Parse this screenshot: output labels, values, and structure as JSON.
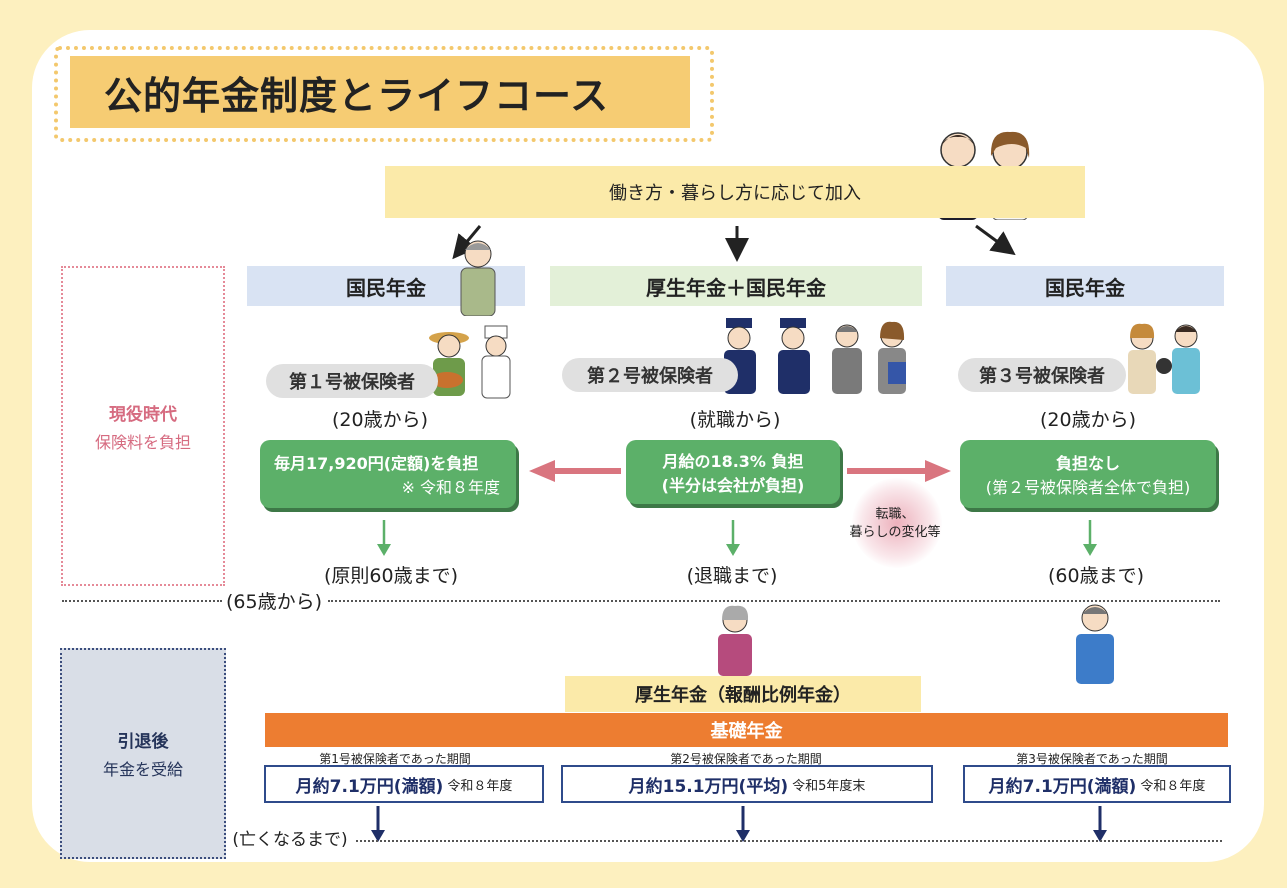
{
  "title": "公的年金制度とライフコース",
  "join": "働き方・暮らし方に応じて加入",
  "columns": [
    {
      "header": "国民年金",
      "insured": "第１号被保険者",
      "start": "(20歳から)",
      "box_line1": "毎月17,920円(定額)を負担",
      "box_line2": "※ 令和８年度",
      "until": "(原則60歳まで)",
      "period": "第1号被保険者であった期間",
      "amount": "月約7.1万円(満額)",
      "amount_note": "令和８年度"
    },
    {
      "header": "厚生年金＋国民年金",
      "insured": "第２号被保険者",
      "start": "(就職から)",
      "box_line1": "月給の18.3% 負担",
      "box_line2": "(半分は会社が負担)",
      "until": "(退職まで)",
      "period": "第2号被保険者であった期間",
      "amount": "月約15.1万円(平均)",
      "amount_note": "令和5年度末"
    },
    {
      "header": "国民年金",
      "insured": "第３号被保険者",
      "start": "(20歳から)",
      "box_line1": "負担なし",
      "box_line2": "(第２号被保険者全体で負担)",
      "until": "(60歳まで)",
      "period": "第3号被保険者であった期間",
      "amount": "月約7.1万円(満額)",
      "amount_note": "令和８年度"
    }
  ],
  "change_note": [
    "転職、",
    "暮らしの変化等"
  ],
  "side_work": {
    "title": "現役時代",
    "sub": "保険料を負担"
  },
  "side_retire": {
    "title": "引退後",
    "sub": "年金を受給"
  },
  "age65": "(65歳から)",
  "koushei": "厚生年金（報酬比例年金）",
  "kiso": "基礎年金",
  "until_death": "(亡くなるまで)",
  "colors": {
    "green": "#5cb069",
    "orange": "#ed7d31",
    "pink_arrow": "#d9757f",
    "navy": "#1f2f68"
  }
}
